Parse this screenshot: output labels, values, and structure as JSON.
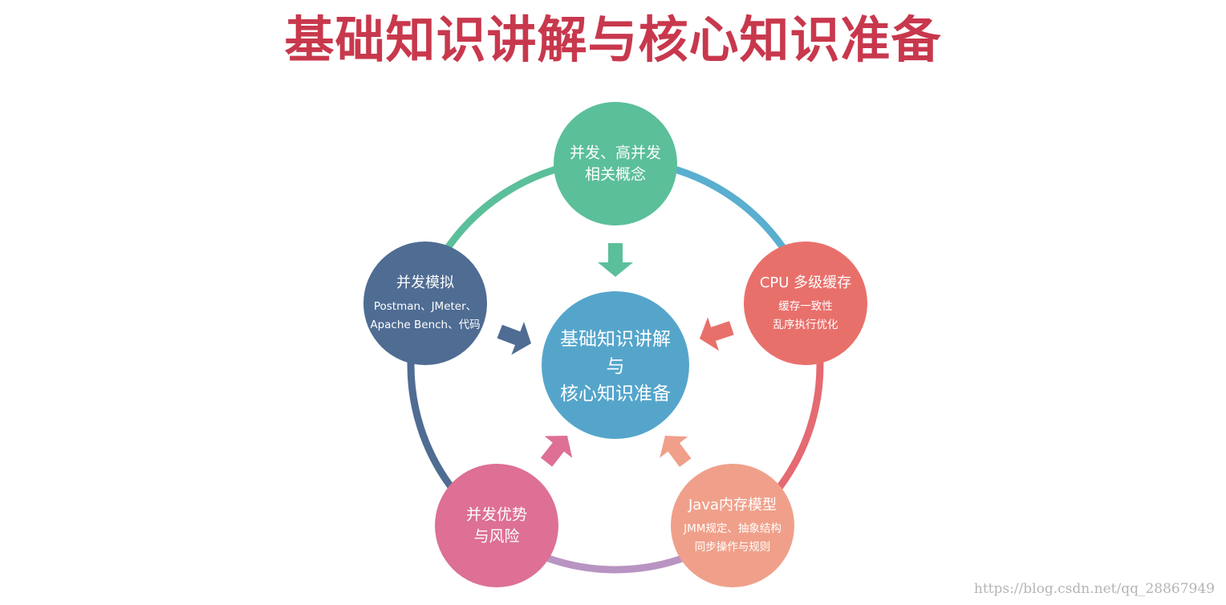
{
  "title": "基础知识讲解与核心知识准备",
  "center": {
    "lines": [
      "基础知识讲解",
      "与",
      "核心知识准备"
    ]
  },
  "nodes": [
    {
      "key": "top",
      "title": [
        "并发、高并发",
        "相关概念"
      ],
      "sub": [],
      "color": "#5bbf9a"
    },
    {
      "key": "right",
      "title": [
        "CPU 多级缓存"
      ],
      "sub": [
        "缓存一致性",
        "乱序执行优化"
      ],
      "color": "#e8706b"
    },
    {
      "key": "bottom-right",
      "title": [
        "Java内存模型"
      ],
      "sub": [
        "JMM规定、抽象结构",
        "同步操作与规则"
      ],
      "color": "#f0a08a"
    },
    {
      "key": "bottom-left",
      "title": [
        "并发优势",
        "与风险"
      ],
      "sub": [],
      "color": "#dd7094"
    },
    {
      "key": "left",
      "title": [
        "并发模拟"
      ],
      "sub": [
        "Postman、JMeter、",
        "Apache Bench、代码"
      ],
      "color": "#4f6c93"
    }
  ],
  "colors": {
    "title": "#c8384d",
    "center": "#55a5cb",
    "ring_top_right": "#5aaed0",
    "ring_right": "#e56a72",
    "ring_bottom": "#b894c2",
    "ring_left": "#4f6c93",
    "ring_top_left": "#5bbf9a"
  },
  "watermark": "https://blog.csdn.net/qq_28867949"
}
